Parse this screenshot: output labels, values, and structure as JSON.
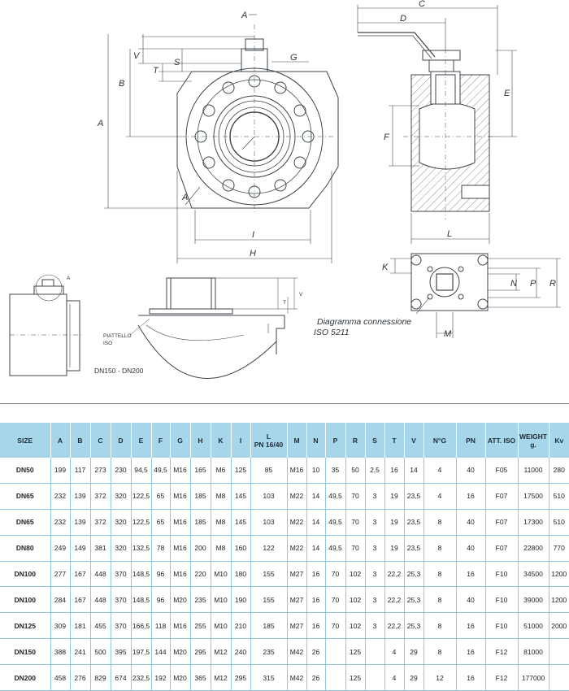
{
  "drawing": {
    "front_view_labels": [
      "A",
      "B",
      "V",
      "T",
      "S",
      "G",
      "I",
      "H",
      "A"
    ],
    "side_view_labels": [
      "C",
      "D",
      "E",
      "F",
      "L"
    ],
    "flange_view_labels": [
      "K",
      "N",
      "P",
      "R",
      "M"
    ],
    "detail_label": "A",
    "detail_labels": [
      "T",
      "V"
    ],
    "note_platform": [
      "PIATTELLO",
      "ISO"
    ],
    "note_sizes": "DN150 - DN200",
    "note_connection": [
      "Diagramma connessione",
      "ISO 5211"
    ]
  },
  "table": {
    "headers": [
      "SIZE",
      "A",
      "B",
      "C",
      "D",
      "E",
      "F",
      "G",
      "H",
      "K",
      "I",
      "L\nPN 16/40",
      "M",
      "N",
      "P",
      "R",
      "S",
      "T",
      "V",
      "N°G",
      "PN",
      "ATT. ISO",
      "WEIGHT g.",
      "Kv"
    ],
    "rows": [
      [
        "DN50",
        "199",
        "117",
        "273",
        "230",
        "94,5",
        "49,5",
        "M16",
        "165",
        "M6",
        "125",
        "85",
        "M16",
        "10",
        "35",
        "50",
        "2,5",
        "16",
        "14",
        "4",
        "40",
        "F05",
        "11000",
        "280"
      ],
      [
        "DN65",
        "232",
        "139",
        "372",
        "320",
        "122,5",
        "65",
        "M16",
        "185",
        "M8",
        "145",
        "103",
        "M22",
        "14",
        "49,5",
        "70",
        "3",
        "19",
        "23,5",
        "4",
        "16",
        "F07",
        "17500",
        "510"
      ],
      [
        "DN65",
        "232",
        "139",
        "372",
        "320",
        "122,5",
        "65",
        "M16",
        "185",
        "M8",
        "145",
        "103",
        "M22",
        "14",
        "49,5",
        "70",
        "3",
        "19",
        "23,5",
        "8",
        "40",
        "F07",
        "17300",
        "510"
      ],
      [
        "DN80",
        "249",
        "149",
        "381",
        "320",
        "132,5",
        "78",
        "M16",
        "200",
        "M8",
        "160",
        "122",
        "M22",
        "14",
        "49,5",
        "70",
        "3",
        "19",
        "23,5",
        "8",
        "40",
        "F07",
        "22800",
        "770"
      ],
      [
        "DN100",
        "277",
        "167",
        "448",
        "370",
        "148,5",
        "96",
        "M16",
        "220",
        "M10",
        "180",
        "155",
        "M27",
        "16",
        "70",
        "102",
        "3",
        "22,2",
        "25,3",
        "8",
        "16",
        "F10",
        "34500",
        "1200"
      ],
      [
        "DN100",
        "284",
        "167",
        "448",
        "370",
        "148,5",
        "96",
        "M20",
        "235",
        "M10",
        "190",
        "155",
        "M27",
        "16",
        "70",
        "102",
        "3",
        "22,2",
        "25,3",
        "8",
        "40",
        "F10",
        "39000",
        "1200"
      ],
      [
        "DN125",
        "309",
        "181",
        "455",
        "370",
        "166,5",
        "118",
        "M16",
        "255",
        "M10",
        "210",
        "185",
        "M27",
        "16",
        "70",
        "102",
        "3",
        "22,2",
        "25,3",
        "8",
        "16",
        "F10",
        "51000",
        "2000"
      ],
      [
        "DN150",
        "388",
        "241",
        "500",
        "395",
        "197,5",
        "144",
        "M20",
        "295",
        "M12",
        "240",
        "235",
        "M42",
        "26",
        "",
        "125",
        "",
        "4",
        "29",
        "8",
        "16",
        "F12",
        "81000",
        ""
      ],
      [
        "DN200",
        "458",
        "276",
        "829",
        "674",
        "232,5",
        "192",
        "M20",
        "365",
        "M12",
        "295",
        "315",
        "M42",
        "26",
        "",
        "125",
        "",
        "4",
        "29",
        "12",
        "16",
        "F12",
        "177000",
        ""
      ]
    ]
  }
}
